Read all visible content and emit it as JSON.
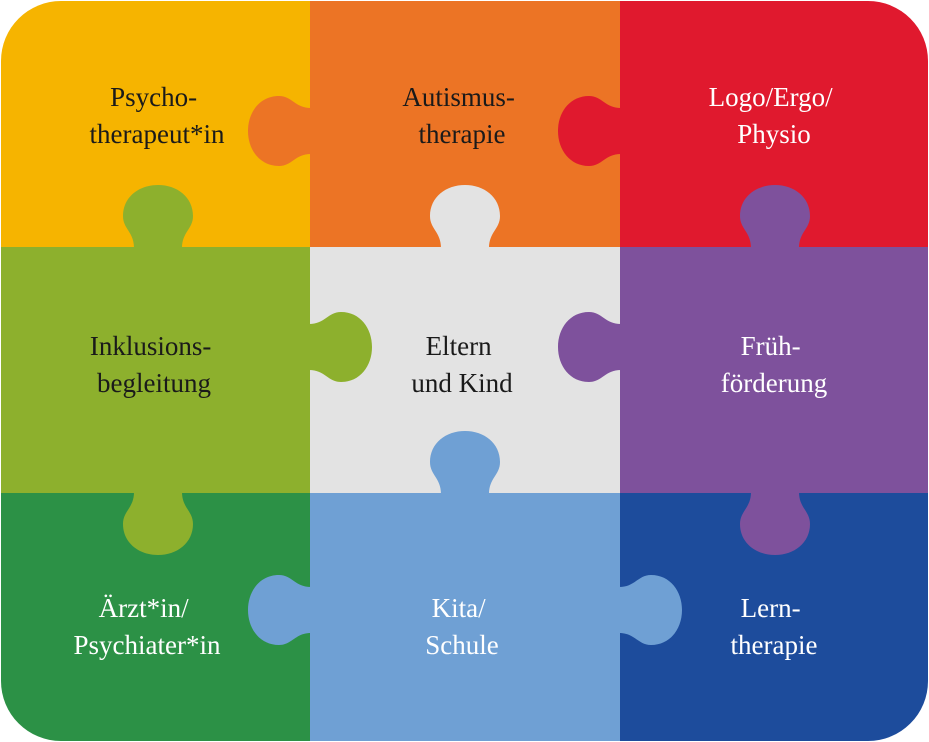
{
  "pieces": {
    "top_left": {
      "line1": "Psycho-",
      "line2": "therapeut*in",
      "color": "#F6B400",
      "text_color": "#1a1a1a"
    },
    "top_center": {
      "line1": "Autismus-",
      "line2": "therapie",
      "color": "#EC7425",
      "text_color": "#1a1a1a"
    },
    "top_right": {
      "line1": "Logo/Ergo/",
      "line2": "Physio",
      "color": "#E0192E",
      "text_color": "#ffffff"
    },
    "middle_left": {
      "line1": "Inklusions-",
      "line2": "begleitung",
      "color": "#8DB02D",
      "text_color": "#1a1a1a"
    },
    "middle_center": {
      "line1": "Eltern",
      "line2": "und Kind",
      "color": "#E3E3E3",
      "text_color": "#1a1a1a"
    },
    "middle_right": {
      "line1": "Früh-",
      "line2": "förderung",
      "color": "#7E519C",
      "text_color": "#ffffff"
    },
    "bottom_left": {
      "line1": "Ärzt*in/",
      "line2": "Psychiater*in",
      "color": "#2C9146",
      "text_color": "#ffffff"
    },
    "bottom_center": {
      "line1": "Kita/",
      "line2": "Schule",
      "color": "#6FA0D4",
      "text_color": "#ffffff"
    },
    "bottom_right": {
      "line1": "Lern-",
      "line2": "therapie",
      "color": "#1D4C9C",
      "text_color": "#ffffff"
    }
  }
}
